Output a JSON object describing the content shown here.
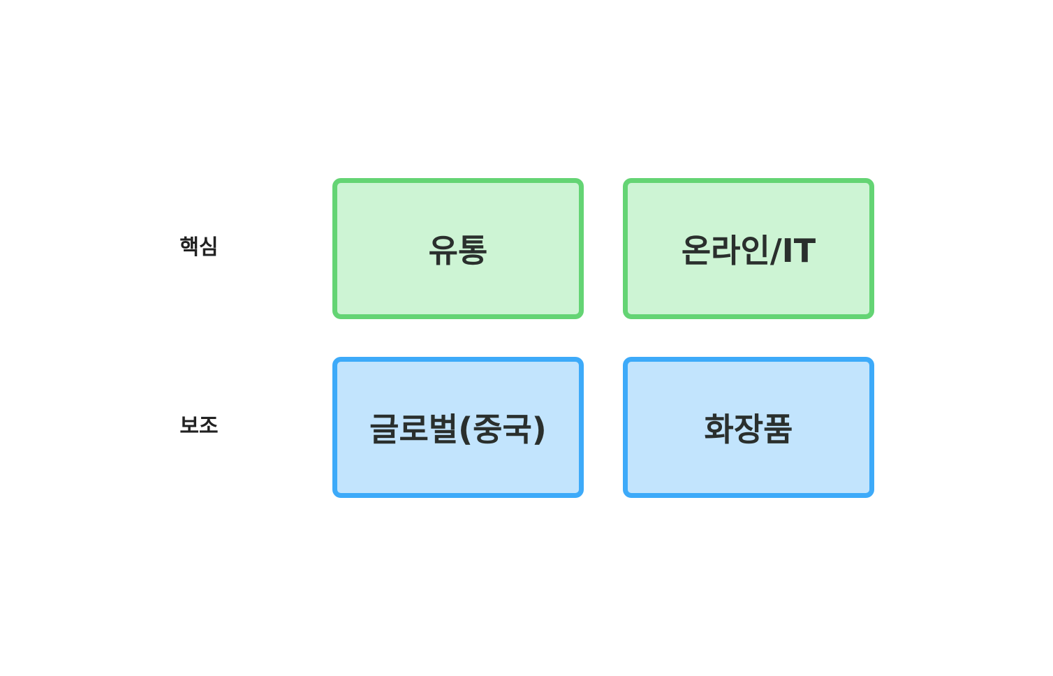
{
  "rows": [
    {
      "label": "핵심"
    },
    {
      "label": "보조"
    }
  ],
  "boxes": [
    {
      "label": "유통",
      "category": "core"
    },
    {
      "label": "온라인/IT",
      "category": "core"
    },
    {
      "label": "글로벌(중국)",
      "category": "aux"
    },
    {
      "label": "화장품",
      "category": "aux"
    }
  ],
  "colors": {
    "core_fill": "#cdf4d4",
    "core_border": "#64d474",
    "aux_fill": "#c2e4fd",
    "aux_border": "#3daaf9",
    "text": "#2a2f2d"
  }
}
